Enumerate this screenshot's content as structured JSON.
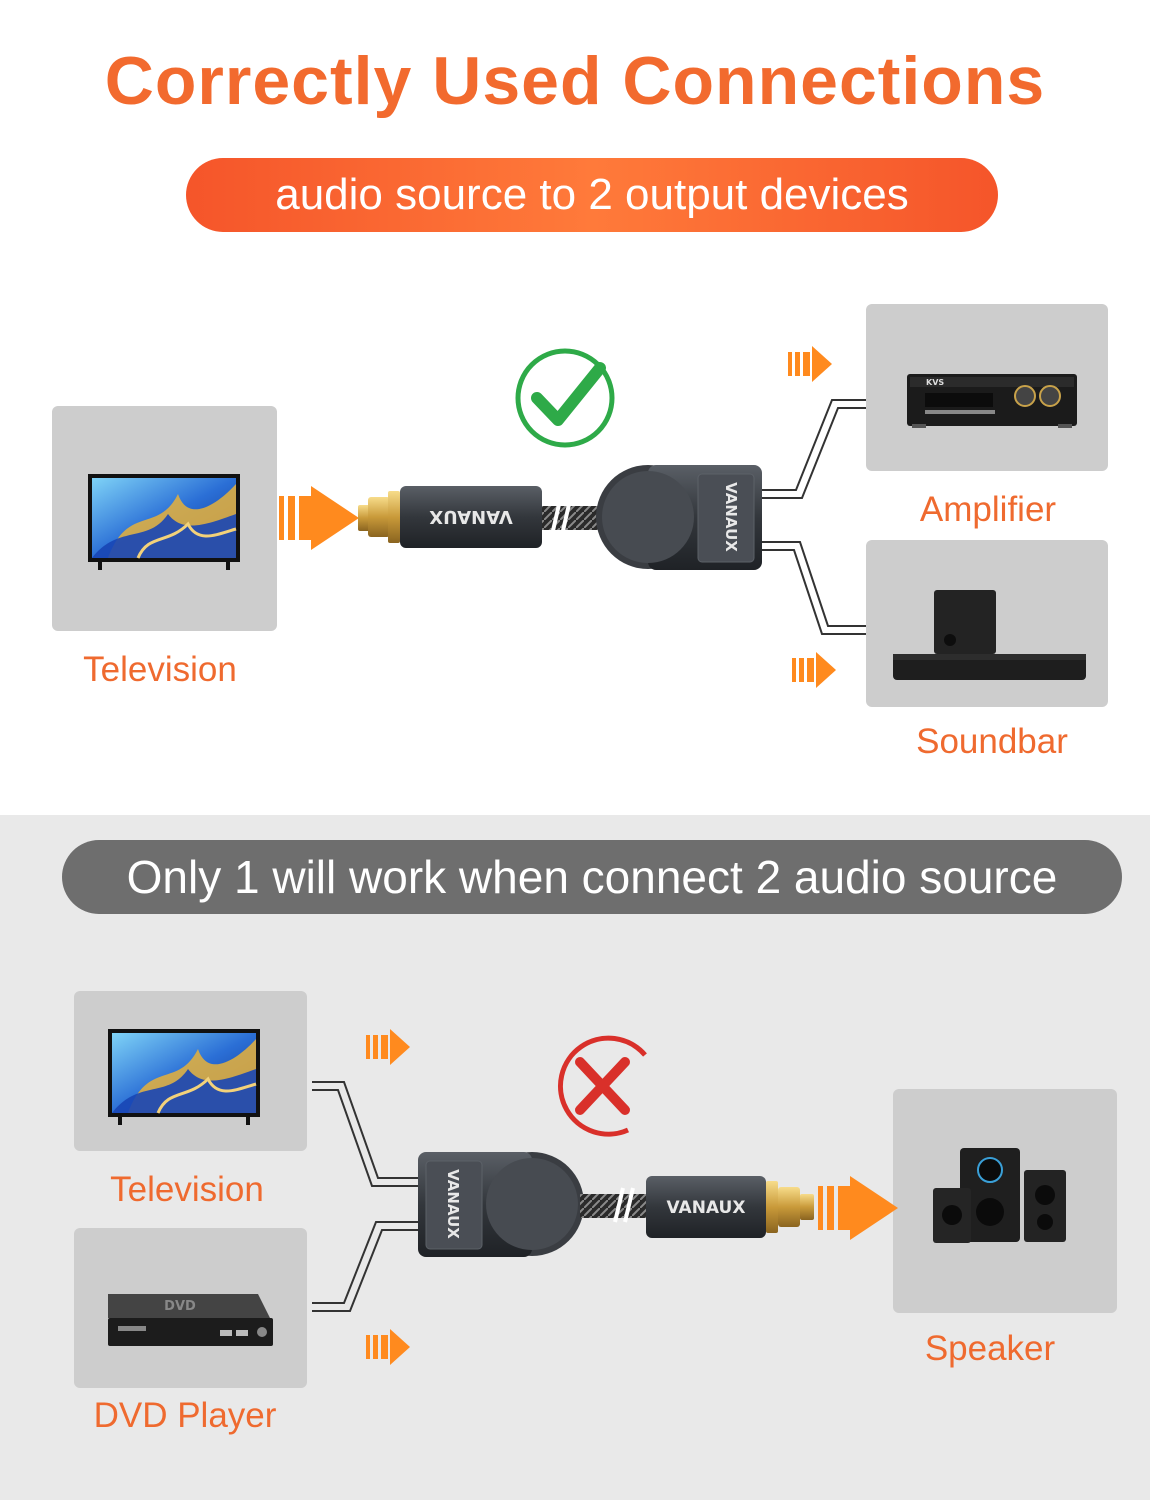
{
  "title": "Correctly Used Connections",
  "banner_top": "audio source to 2 output devices",
  "banner_bottom": "Only 1 will work when connect 2 audio source",
  "brand": "VANAUX",
  "top_diagram": {
    "source": "Television",
    "outputs": [
      "Amplifier",
      "Soundbar"
    ],
    "status": "check-icon",
    "status_color": "#2eaa48"
  },
  "bottom_diagram": {
    "sources": [
      "Television",
      "DVD Player"
    ],
    "output": "Speaker",
    "status": "cross-icon",
    "status_color": "#d9302a"
  },
  "device_text": {
    "amp_brand": "KVS",
    "dvd_brand": "DVD"
  },
  "colors": {
    "accent": "#f26a2e",
    "arrow": "#ff8a1e",
    "card": "#cdcdcd",
    "pill_gray": "#6e6e6e"
  }
}
